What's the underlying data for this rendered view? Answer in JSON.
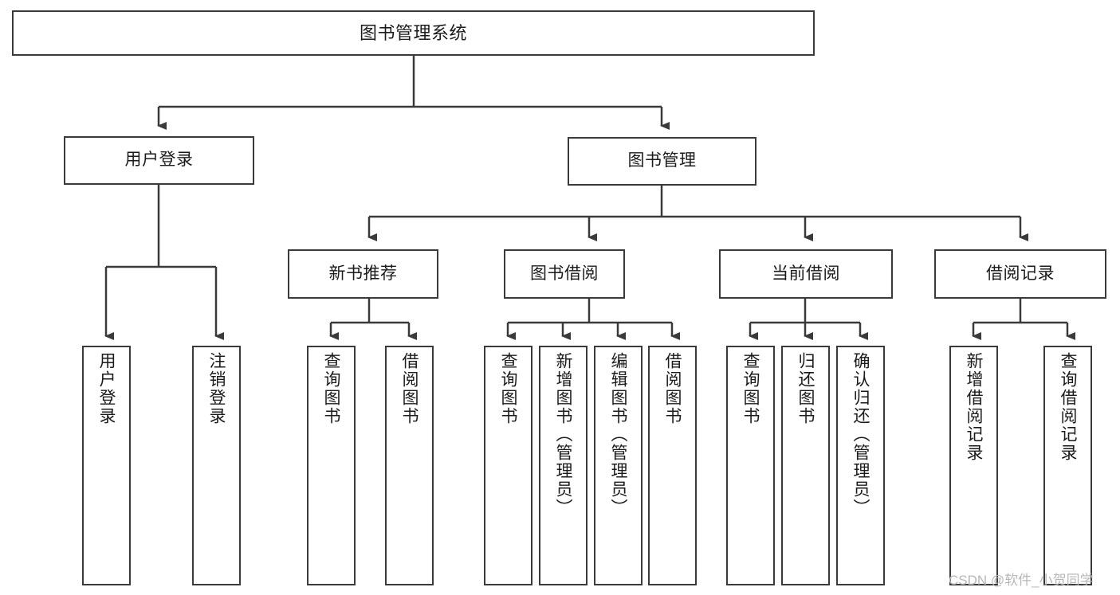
{
  "diagram": {
    "title": "图书管理系统",
    "type": "tree-hierarchy",
    "root": {
      "label": "图书管理系统"
    },
    "level2": [
      {
        "label": "用户登录"
      },
      {
        "label": "图书管理"
      }
    ],
    "level3": [
      {
        "label": "新书推荐"
      },
      {
        "label": "图书借阅"
      },
      {
        "label": "当前借阅"
      },
      {
        "label": "借阅记录"
      }
    ],
    "leaves": {
      "user_login": [
        {
          "label": "用户登录"
        },
        {
          "label": "注销登录"
        }
      ],
      "new_book_recommend": [
        {
          "label": "查询图书"
        },
        {
          "label": "借阅图书"
        }
      ],
      "book_borrow": [
        {
          "label": "查询图书"
        },
        {
          "label": "新增图书（管理员）"
        },
        {
          "label": "编辑图书（管理员）"
        },
        {
          "label": "借阅图书"
        }
      ],
      "current_borrow": [
        {
          "label": "查询图书"
        },
        {
          "label": "归还图书"
        },
        {
          "label": "确认归还（管理员）"
        }
      ],
      "borrow_records": [
        {
          "label": "新增借阅记录"
        },
        {
          "label": "查询借阅记录"
        }
      ]
    }
  },
  "watermark": {
    "text": "CSDN @软件_小贺同学"
  },
  "colors": {
    "stroke": "#3a3a3a",
    "background": "#ffffff",
    "text": "#1b1b1b",
    "watermark": "#b8b8b8"
  }
}
